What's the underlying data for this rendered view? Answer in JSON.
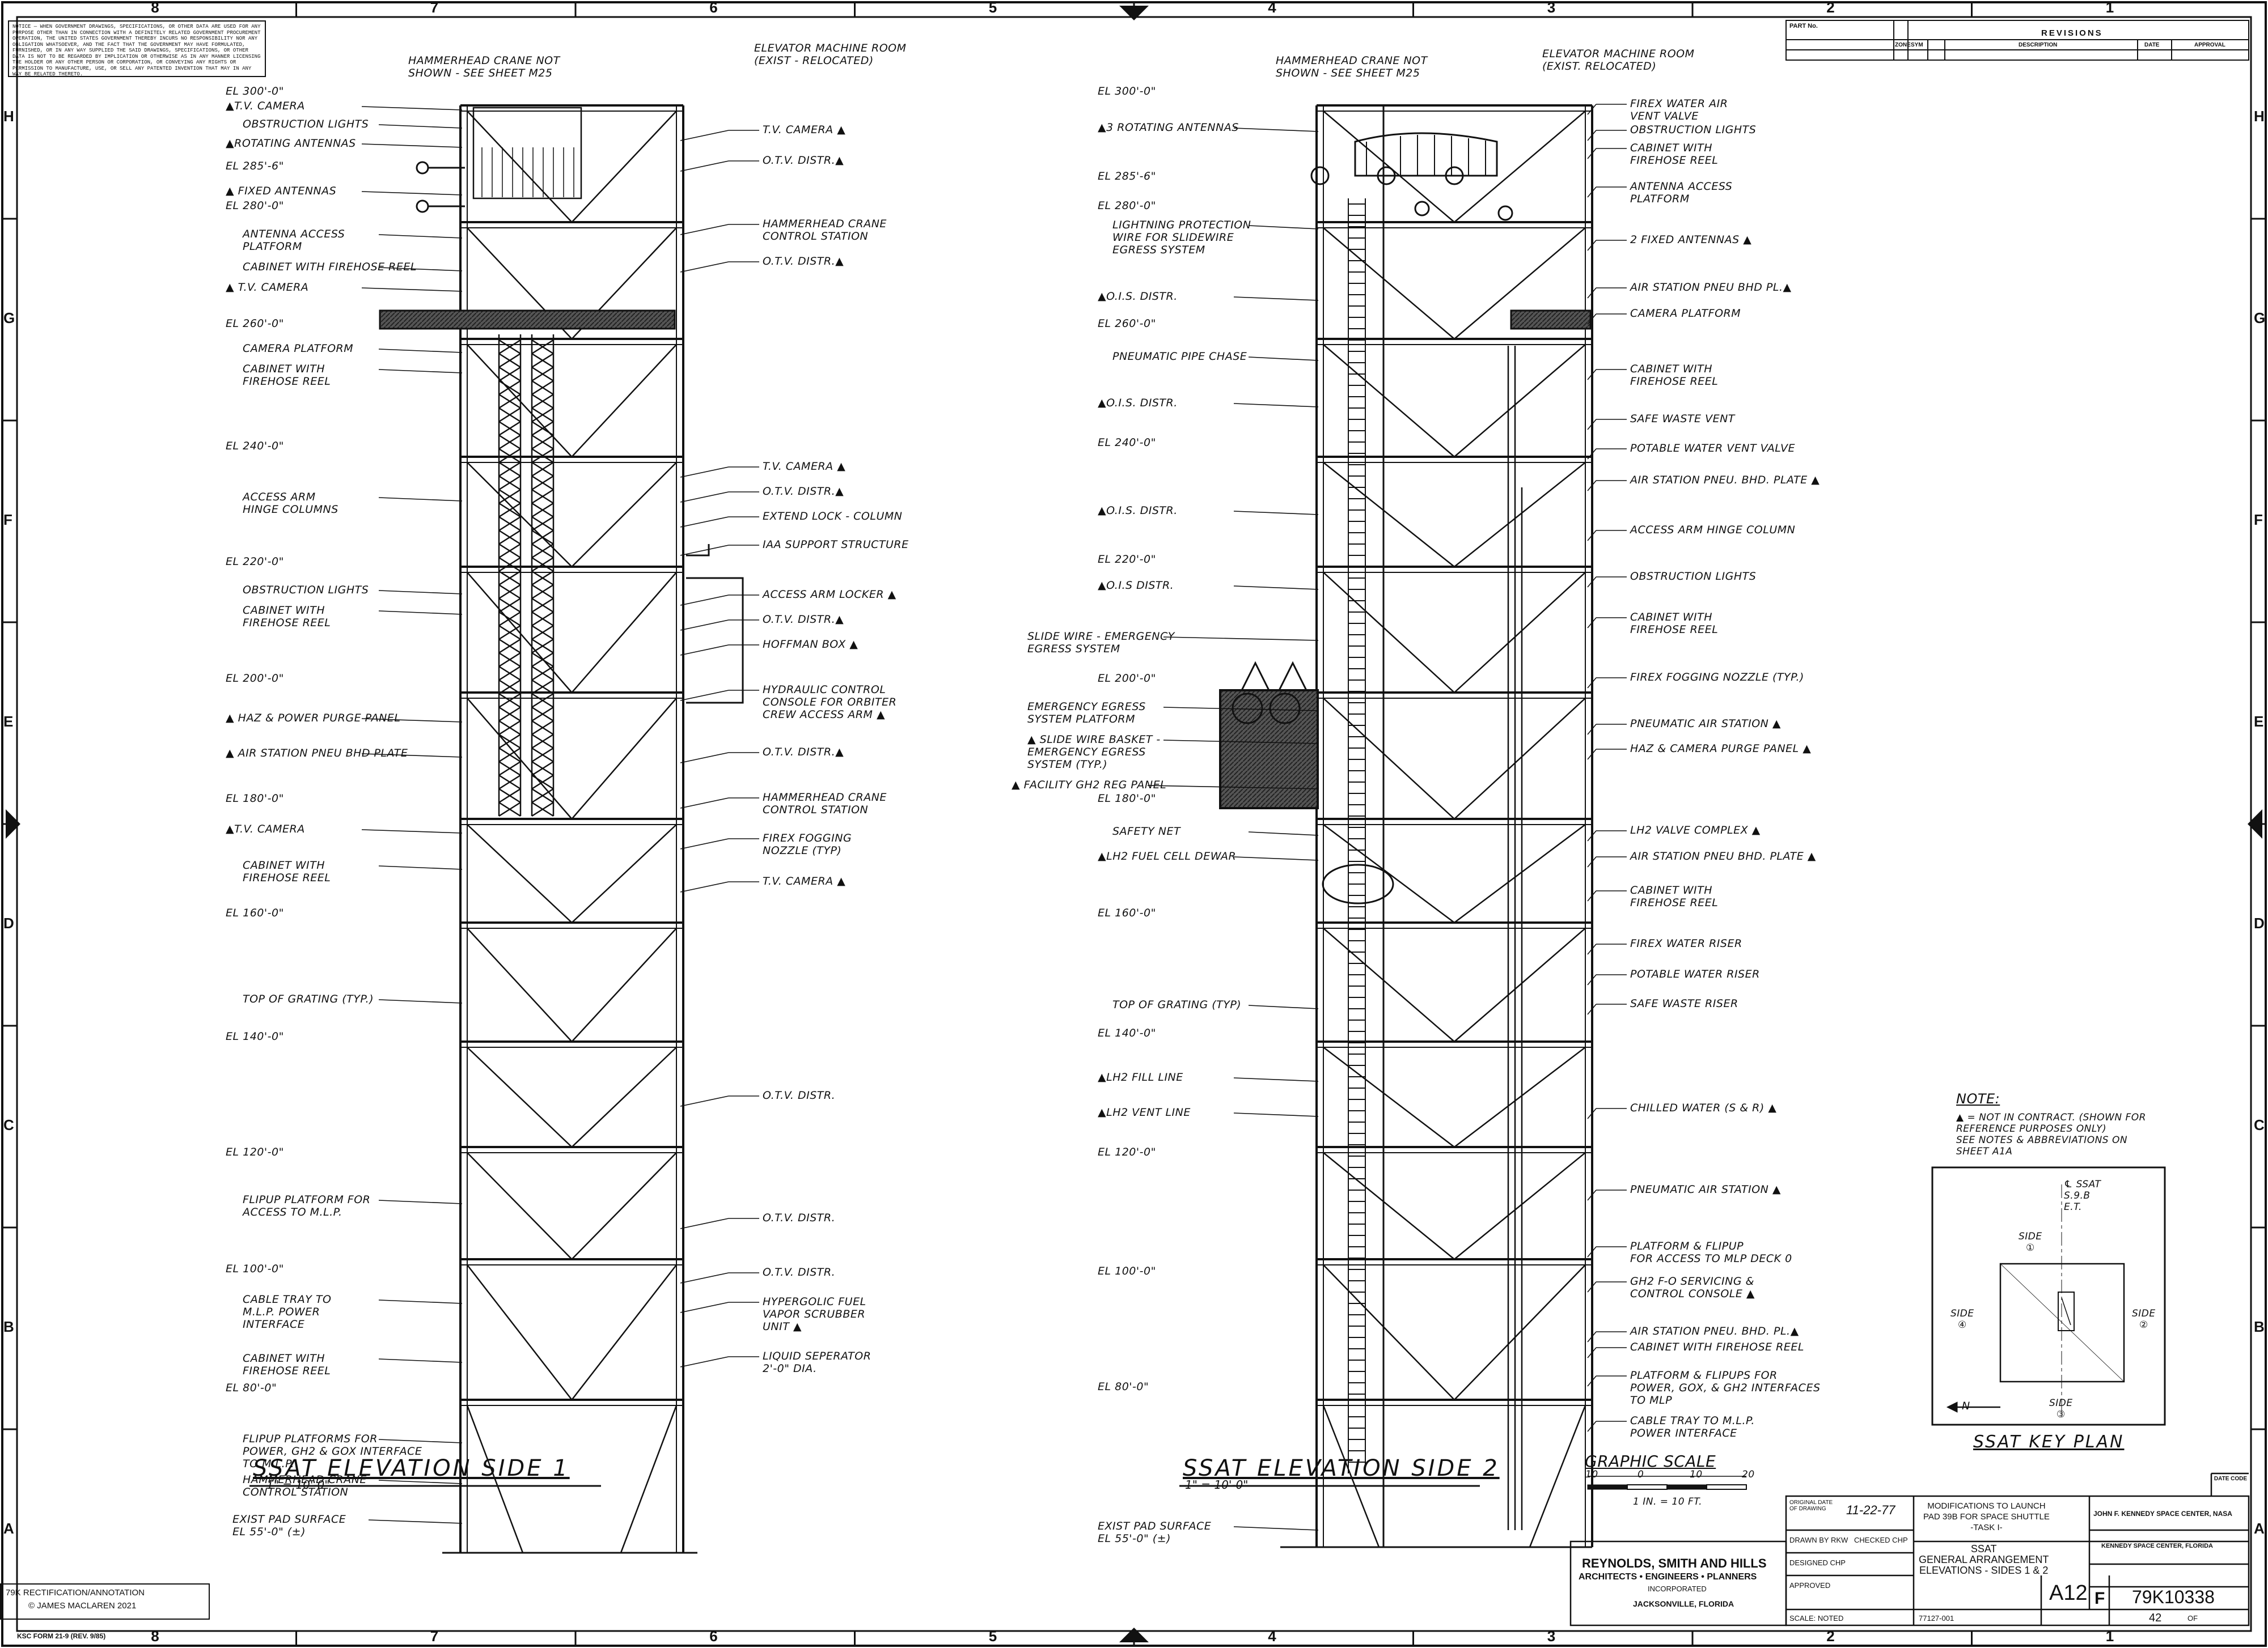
{
  "border": {
    "col_labels": [
      "8",
      "7",
      "6",
      "5",
      "4",
      "3",
      "2",
      "1"
    ],
    "row_labels": [
      "H",
      "G",
      "F",
      "E",
      "D",
      "C",
      "B",
      "A"
    ]
  },
  "notice": "NOTICE — WHEN GOVERNMENT DRAWINGS, SPECIFICATIONS, OR OTHER DATA ARE USED FOR ANY PURPOSE OTHER THAN IN CONNECTION WITH A DEFINITELY RELATED GOVERNMENT PROCUREMENT OPERATION, THE UNITED STATES GOVERNMENT THEREBY INCURS NO RESPONSIBILITY NOR ANY OBLIGATION WHATSOEVER, AND THE FACT THAT THE GOVERNMENT MAY HAVE FORMULATED, FURNISHED, OR IN ANY WAY SUPPLIED THE SAID DRAWINGS, SPECIFICATIONS, OR OTHER DATA IS NOT TO BE REGARDED BY IMPLICATION OR OTHERWISE AS IN ANY MANNER LICENSING THE HOLDER OR ANY OTHER PERSON OR CORPORATION, OR CONVEYING ANY RIGHTS OR PERMISSION TO MANUFACTURE, USE, OR SELL ANY PATENTED INVENTION THAT MAY IN ANY WAY BE RELATED THERETO.",
  "side1": {
    "title": "SSAT ELEVATION SIDE 1",
    "scale": "1\" = 10'-0\"",
    "left_labels": [
      "EL 300'-0\"",
      "▲T.V. CAMERA",
      "OBSTRUCTION LIGHTS",
      "▲ROTATING ANTENNAS",
      "EL 285'-6\"",
      "▲ FIXED ANTENNAS",
      "EL 280'-0\"",
      "ANTENNA ACCESS\nPLATFORM",
      "CABINET WITH FIREHOSE REEL",
      "▲ T.V. CAMERA",
      "EL 260'-0\"",
      "CAMERA PLATFORM",
      "CABINET WITH\nFIREHOSE REEL",
      "EL 240'-0\"",
      "ACCESS ARM\nHINGE COLUMNS",
      "EL 220'-0\"",
      "OBSTRUCTION LIGHTS",
      "CABINET WITH\nFIREHOSE REEL",
      "EL 200'-0\"",
      "▲ HAZ & POWER PURGE PANEL",
      "▲ AIR STATION PNEU BHD PLATE",
      "EL 180'-0\"",
      "▲T.V. CAMERA",
      "CABINET WITH\nFIREHOSE REEL",
      "EL 160'-0\"",
      "TOP OF GRATING (TYP.)",
      "EL 140'-0\"",
      "EL 120'-0\"",
      "FLIPUP PLATFORM FOR\nACCESS TO M.L.P.",
      "EL 100'-0\"",
      "CABLE TRAY TO\nM.L.P. POWER\nINTERFACE",
      "CABINET WITH\nFIREHOSE REEL",
      "EL 80'-0\"",
      "FLIPUP PLATFORMS FOR\nPOWER, GH2 & GOX INTERFACE\nTO M.L.P.",
      "HAMMERHEAD CRANE\nCONTROL STATION",
      "EXIST PAD SURFACE\nEL 55'-0\" (±)"
    ],
    "top_labels": [
      "HAMMERHEAD CRANE NOT\nSHOWN - SEE SHEET M25",
      "ELEVATOR MACHINE ROOM\n(EXIST - RELOCATED)"
    ],
    "right_labels": [
      "T.V. CAMERA ▲",
      "O.T.V. DISTR.▲",
      "HAMMERHEAD CRANE\nCONTROL STATION",
      "O.T.V. DISTR.▲",
      "T.V. CAMERA ▲",
      "O.T.V. DISTR.▲",
      "EXTEND LOCK - COLUMN",
      "IAA SUPPORT STRUCTURE",
      "ACCESS ARM LOCKER ▲",
      "O.T.V. DISTR.▲",
      "HOFFMAN BOX ▲",
      "HYDRAULIC CONTROL\nCONSOLE FOR ORBITER\nCREW ACCESS ARM ▲",
      "O.T.V. DISTR.▲",
      "HAMMERHEAD CRANE\nCONTROL STATION",
      "FIREX FOGGING\nNOZZLE (TYP)",
      "T.V. CAMERA ▲",
      "O.T.V. DISTR.",
      "O.T.V. DISTR.",
      "O.T.V. DISTR.",
      "HYPERGOLIC FUEL\nVAPOR SCRUBBER\nUNIT ▲",
      "LIQUID SEPERATOR\n2'-0\" DIA."
    ]
  },
  "side2": {
    "title": "SSAT ELEVATION SIDE 2",
    "scale": "1\" = 10'-0\"",
    "left_labels": [
      "EL 300'-0\"",
      "▲3 ROTATING ANTENNAS",
      "EL 285'-6\"",
      "EL 280'-0\"",
      "LIGHTNING PROTECTION\nWIRE FOR SLIDEWIRE\nEGRESS SYSTEM",
      "▲O.I.S. DISTR.",
      "EL 260'-0\"",
      "PNEUMATIC PIPE CHASE",
      "▲O.I.S. DISTR.",
      "EL 240'-0\"",
      "▲O.I.S. DISTR.",
      "EL 220'-0\"",
      "▲O.I.S DISTR.",
      "SLIDE WIRE - EMERGENCY\nEGRESS SYSTEM",
      "EL 200'-0\"",
      "EMERGENCY EGRESS\nSYSTEM PLATFORM",
      "▲ SLIDE WIRE BASKET -\nEMERGENCY EGRESS\nSYSTEM (TYP.)",
      "▲ FACILITY GH2 REG PANEL",
      "EL 180'-0\"",
      "SAFETY NET",
      "▲LH2 FUEL CELL DEWAR",
      "EL 160'-0\"",
      "TOP OF GRATING (TYP)",
      "EL 140'-0\"",
      "▲LH2 FILL LINE",
      "▲LH2 VENT LINE",
      "EL 120'-0\"",
      "EL 100'-0\"",
      "EL 80'-0\"",
      "EXIST PAD SURFACE\nEL 55'-0\" (±)"
    ],
    "top_labels": [
      "HAMMERHEAD CRANE NOT\nSHOWN - SEE SHEET M25",
      "ELEVATOR MACHINE ROOM\n(EXIST. RELOCATED)"
    ],
    "right_labels": [
      "FIREX WATER AIR\nVENT VALVE",
      "OBSTRUCTION LIGHTS",
      "CABINET WITH\nFIREHOSE REEL",
      "ANTENNA ACCESS\nPLATFORM",
      "2 FIXED ANTENNAS ▲",
      "AIR STATION PNEU BHD PL.▲",
      "CAMERA PLATFORM",
      "CABINET WITH\nFIREHOSE REEL",
      "SAFE WASTE VENT",
      "POTABLE WATER VENT VALVE",
      "AIR STATION PNEU. BHD. PLATE ▲",
      "ACCESS ARM HINGE COLUMN",
      "OBSTRUCTION LIGHTS",
      "CABINET WITH\nFIREHOSE REEL",
      "FIREX FOGGING NOZZLE (TYP.)",
      "PNEUMATIC AIR STATION ▲",
      "HAZ & CAMERA PURGE PANEL ▲",
      "LH2 VALVE COMPLEX ▲",
      "AIR STATION PNEU BHD. PLATE ▲",
      "CABINET WITH\nFIREHOSE REEL",
      "FIREX WATER RISER",
      "POTABLE WATER RISER",
      "SAFE WASTE RISER",
      "CHILLED WATER (S & R) ▲",
      "PNEUMATIC AIR STATION ▲",
      "PLATFORM & FLIPUP\nFOR ACCESS TO MLP DECK 0",
      "GH2 F-O SERVICING &\nCONTROL CONSOLE ▲",
      "AIR STATION PNEU. BHD. PL.▲",
      "CABINET WITH FIREHOSE REEL",
      "PLATFORM & FLIPUPS FOR\nPOWER, GOX, & GH2 INTERFACES\nTO MLP",
      "CABLE TRAY TO M.L.P.\nPOWER INTERFACE"
    ]
  },
  "graphic_scale": {
    "title": "GRAPHIC SCALE",
    "ticks": [
      "10",
      "0",
      "10",
      "20"
    ],
    "unit": "1 IN. = 10 FT."
  },
  "note": {
    "title": "NOTE:",
    "text": "▲ = NOT IN CONTRACT. (SHOWN FOR\nREFERENCE PURPOSES ONLY)\nSEE NOTES & ABBREVIATIONS ON\nSHEET A1A"
  },
  "key_plan": {
    "title": "SSAT KEY PLAN",
    "top": "℄ SSAT\nS.9.B\nE.T.",
    "side1": "SIDE\n①",
    "side2": "SIDE\n②",
    "side3": "SIDE\n③",
    "side4": "SIDE\n④",
    "north": "N"
  },
  "revisions": {
    "part_no": "PART No.",
    "title": "REVISIONS",
    "cols": [
      "ZONE",
      "SYM",
      "DESCRIPTION",
      "DATE",
      "APPROVAL"
    ]
  },
  "title_block": {
    "firm": "REYNOLDS, SMITH AND HILLS",
    "firm_sub": "ARCHITECTS • ENGINEERS • PLANNERS",
    "firm_inc": "INCORPORATED",
    "firm_city": "JACKSONVILLE, FLORIDA",
    "orig_date_label": "ORIGINAL DATE OF DRAWING",
    "orig_date": "11-22-77",
    "drawn_by": "DRAWN BY RKW",
    "checked_by": "CHECKED CHP",
    "designer": "DESIGNED CHP",
    "approved": "APPROVED",
    "project": "MODIFICATIONS TO LAUNCH\nPAD 39B FOR SPACE SHUTTLE\n-TASK I-",
    "center": "JOHN F. KENNEDY SPACE CENTER, NASA",
    "center2": "KENNEDY SPACE CENTER, FLORIDA",
    "sheet_title": "SSAT\nGENERAL ARRANGEMENT\nELEVATIONS - SIDES 1 & 2",
    "dwg_id": "A12",
    "size": "F",
    "dwg_no": "79K10338",
    "scale": "SCALE: NOTED",
    "sheet_ref": "77127-001",
    "sheet_no": "42",
    "sheet_of": "OF",
    "code_label": "DATE CODE"
  },
  "stamp": {
    "line1": "79K RECTIFICATION/ANNOTATION",
    "line2": "© JAMES MACLAREN 2021"
  },
  "footer": "KSC FORM 21-9 (REV. 9/85)"
}
